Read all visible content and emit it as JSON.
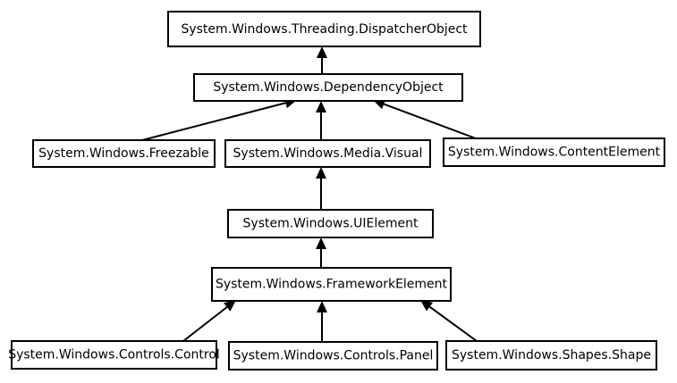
{
  "nodes": {
    "dispatcher_object": "System.Windows.Threading.DispatcherObject",
    "dependency_object": "System.Windows.DependencyObject",
    "freezable": "System.Windows.Freezable",
    "media_visual": "System.Windows.Media.Visual",
    "content_element": "System.Windows.ContentElement",
    "ui_element": "System.Windows.UIElement",
    "framework_element": "System.Windows.FrameworkElement",
    "controls_control": "System.Windows.Controls.Control",
    "controls_panel": "System.Windows.Controls.Panel",
    "shapes_shape": "System.Windows.Shapes.Shape"
  },
  "edges": [
    {
      "from": "dependency_object",
      "to": "dispatcher_object"
    },
    {
      "from": "freezable",
      "to": "dependency_object"
    },
    {
      "from": "media_visual",
      "to": "dependency_object"
    },
    {
      "from": "content_element",
      "to": "dependency_object"
    },
    {
      "from": "ui_element",
      "to": "media_visual"
    },
    {
      "from": "framework_element",
      "to": "ui_element"
    },
    {
      "from": "controls_control",
      "to": "framework_element"
    },
    {
      "from": "controls_panel",
      "to": "framework_element"
    },
    {
      "from": "shapes_shape",
      "to": "framework_element"
    }
  ]
}
